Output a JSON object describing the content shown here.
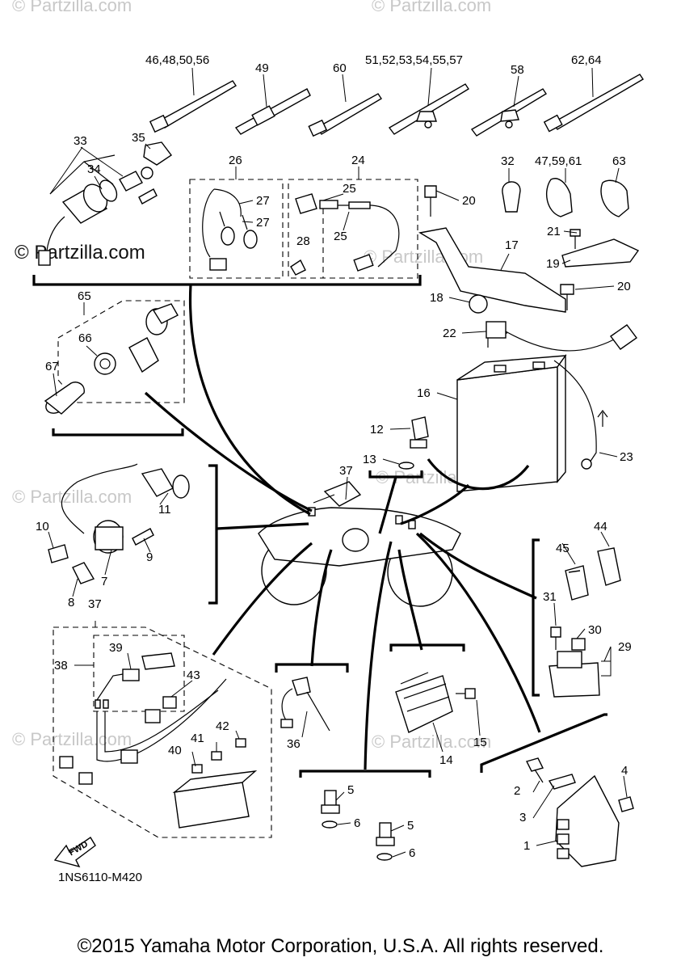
{
  "watermarks": {
    "corner": "© Partzilla.com",
    "main": "© Partzilla.com"
  },
  "diagram_code": "1NS6110-M420",
  "fwd_label": "FWD",
  "copyright": "©2015 Yamaha Motor Corporation, U.S.A. All rights reserved.",
  "callouts": {
    "c1": "1",
    "c2": "2",
    "c3": "3",
    "c4": "4",
    "c5a": "5",
    "c5b": "5",
    "c6a": "6",
    "c6b": "6",
    "c7": "7",
    "c8": "8",
    "c9": "9",
    "c10": "10",
    "c11": "11",
    "c12": "12",
    "c13": "13",
    "c14": "14",
    "c15": "15",
    "c16": "16",
    "c17": "17",
    "c18": "18",
    "c19": "19",
    "c20a": "20",
    "c20b": "20",
    "c21": "21",
    "c22": "22",
    "c23": "23",
    "c24": "24",
    "c25a": "25",
    "c25b": "25",
    "c26": "26",
    "c27a": "27",
    "c27b": "27",
    "c28": "28",
    "c29": "29",
    "c30": "30",
    "c31": "31",
    "c32": "32",
    "c33": "33",
    "c34": "34",
    "c35": "35",
    "c36": "36",
    "c37a": "37",
    "c37b": "37",
    "c38": "38",
    "c39": "39",
    "c40": "40",
    "c41": "41",
    "c42": "42",
    "c43": "43",
    "c44": "44",
    "c45": "45",
    "g46": "46,48,50,56",
    "g47": "47,59,61",
    "c49": "49",
    "g51": "51,52,53,54,55,57",
    "c58": "58",
    "c60": "60",
    "g62": "62,64",
    "c63": "63",
    "c65": "65",
    "c66": "66",
    "c67": "67"
  }
}
